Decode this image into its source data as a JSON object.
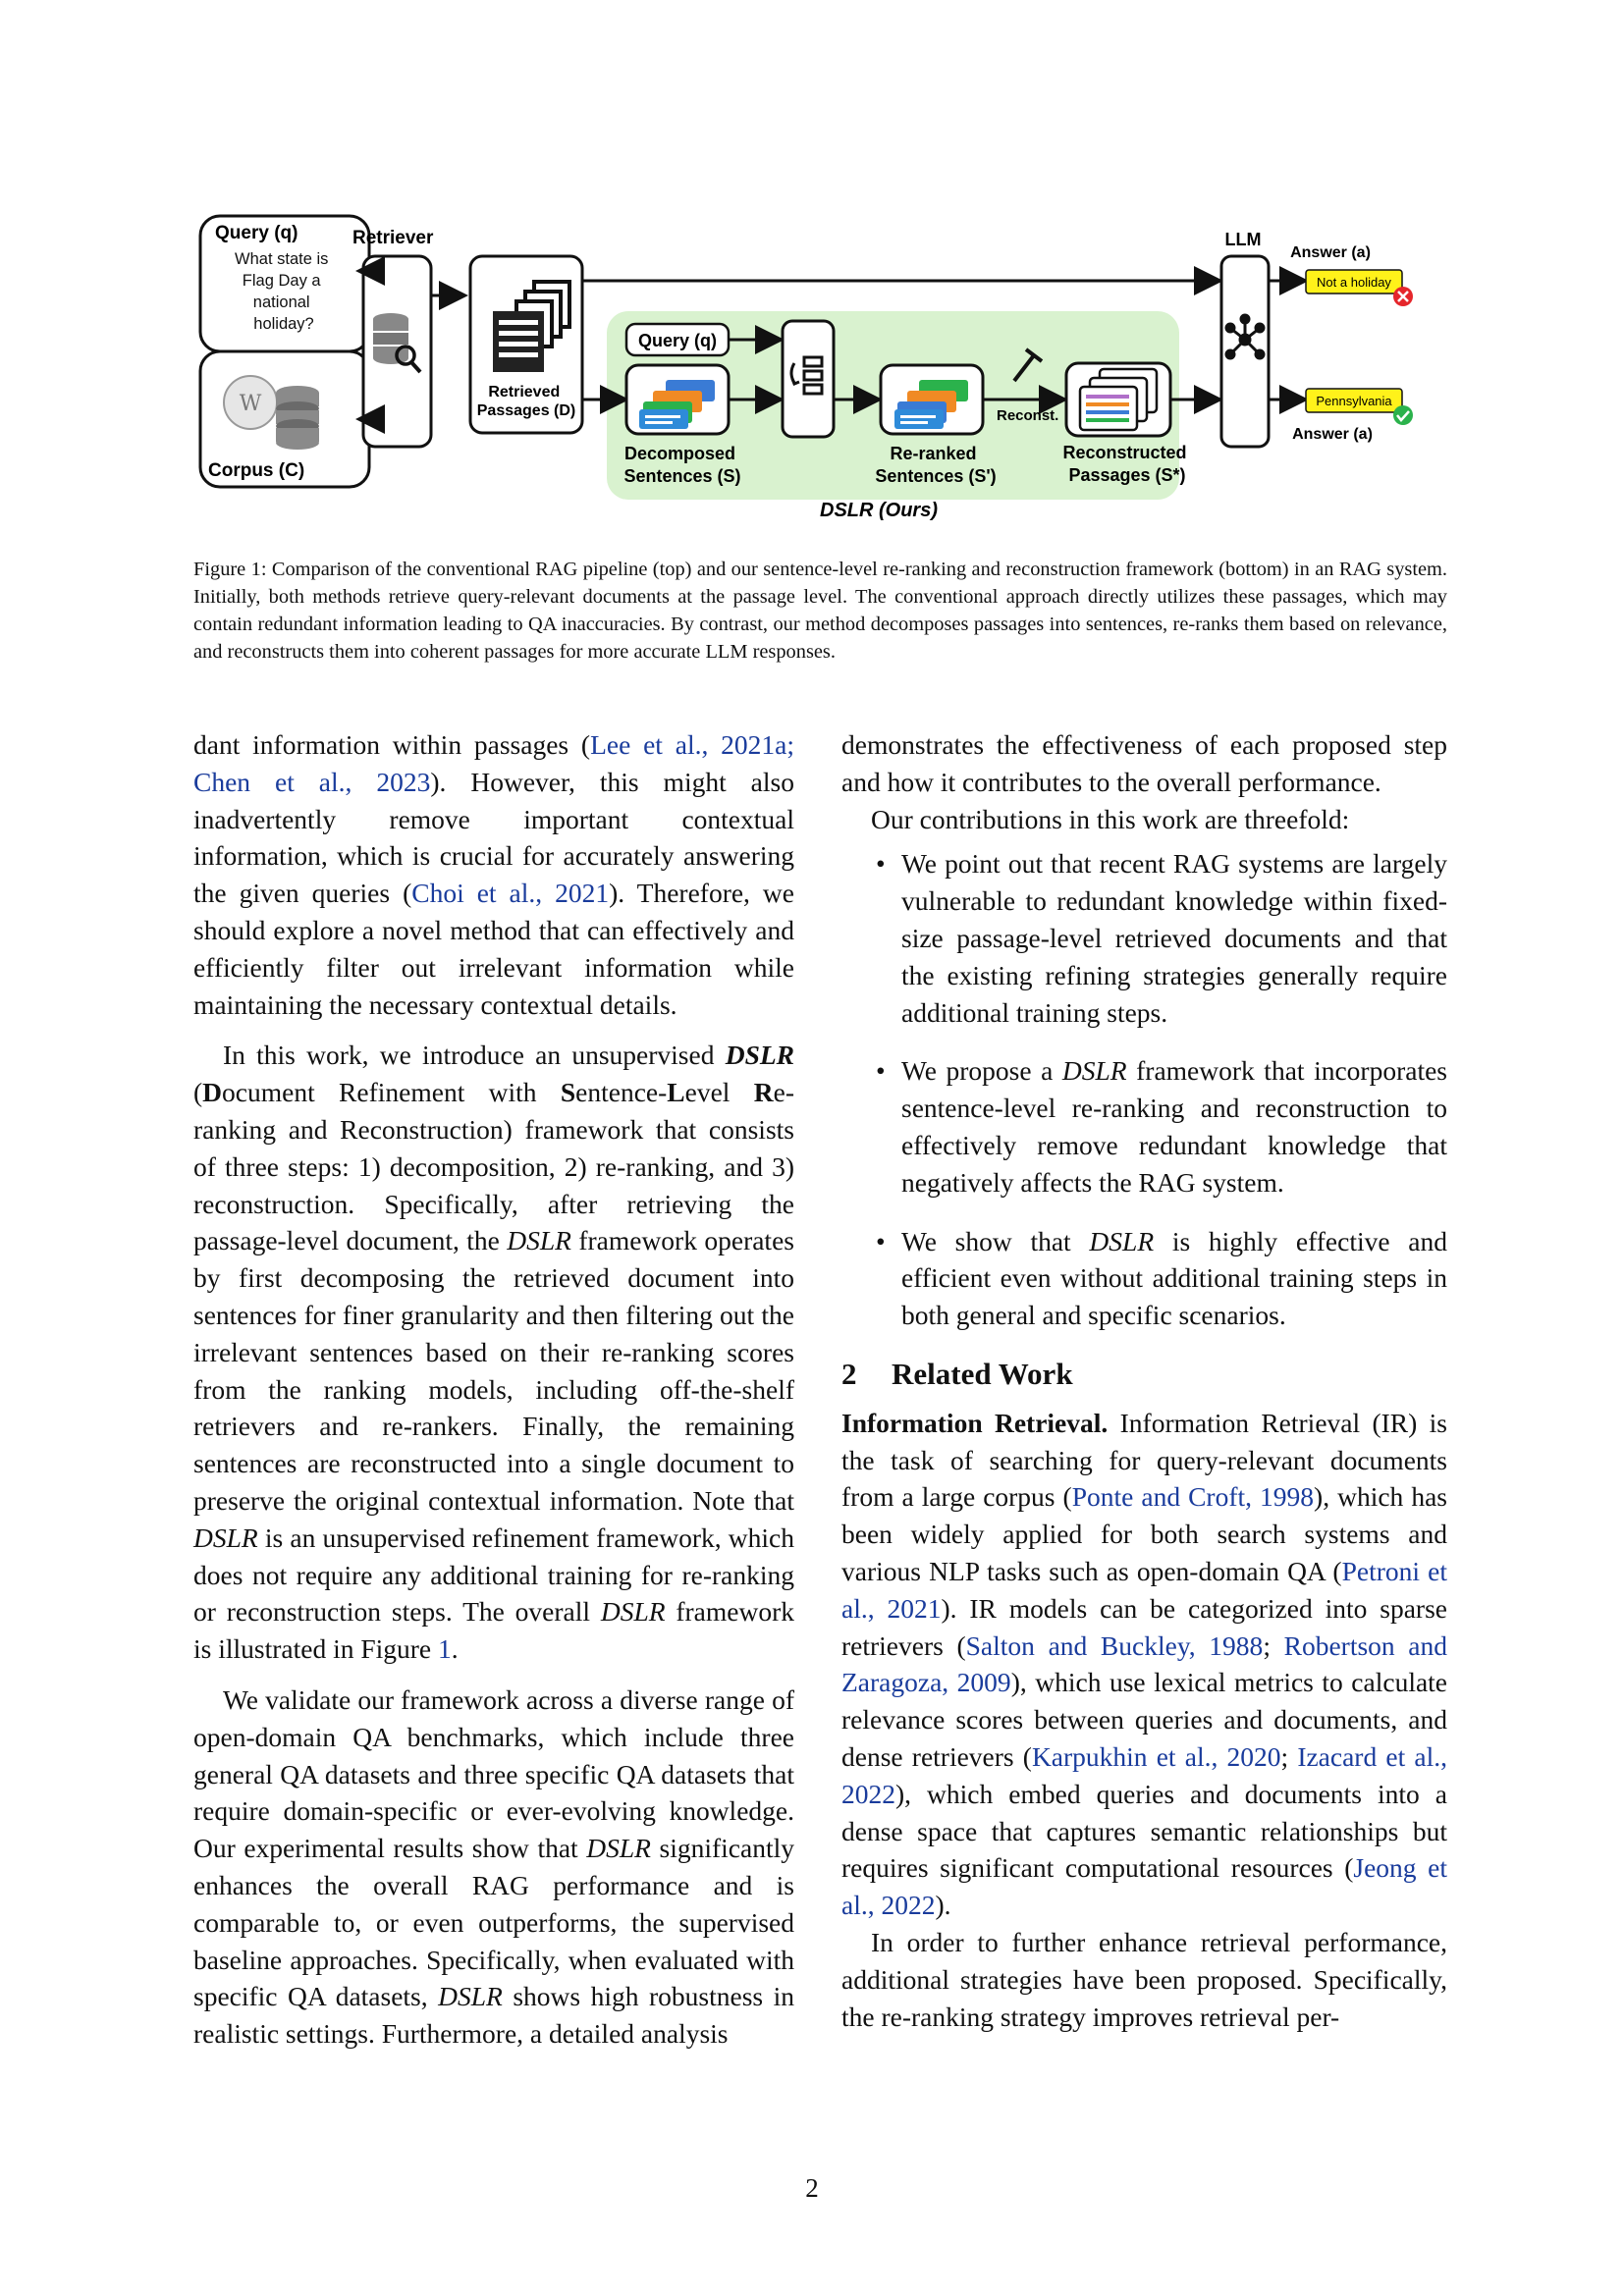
{
  "figure": {
    "query_label": "Query (q)",
    "query_text": [
      "What state is",
      "Flag Day a",
      "national",
      "holiday?"
    ],
    "corpus_label": "Corpus (C)",
    "retriever_label": "Retriever",
    "retrieved_label": [
      "Retrieved",
      "Passages (D)"
    ],
    "inner_query_label": "Query (q)",
    "decomposed_label": [
      "Decomposed",
      "Sentences (S)"
    ],
    "reranked_label": [
      "Re-ranked",
      "Sentences (S')"
    ],
    "reconst_label": "Reconst.",
    "reconstructed_label": [
      "Reconstructed",
      "Passages (S*)"
    ],
    "dslr_label": "DSLR (Ours)",
    "llm_label": "LLM",
    "answer_top_label": "Answer (a)",
    "answer_top_value": "Not a holiday",
    "answer_bottom_value": "Pennsylvania",
    "answer_bottom_label": "Answer (a)",
    "colors": {
      "green_region": "#d9f2cf",
      "answer_box": "#fff21a",
      "wrong": "#e5262b",
      "right": "#2bb24c"
    }
  },
  "caption": "Figure 1: Comparison of the conventional RAG pipeline (top) and our sentence-level re-ranking and reconstruction framework (bottom) in an RAG system. Initially, both methods retrieve query-relevant documents at the passage level. The conventional approach directly utilizes these passages, which may contain redundant information leading to QA inaccuracies. By contrast, our method decomposes passages into sentences, re-ranks them based on relevance, and reconstructs them into coherent passages for more accurate LLM responses.",
  "left": {
    "p1": [
      "dant information within passages (",
      "Lee et al., 2021a; Chen et al., 2023",
      "). However, this might also inadvertently remove important contextual information, which is crucial for accurately answering the given queries (",
      "Choi et al., 2021",
      "). Therefore, we should explore a novel method that can effectively and efficiently filter out irrelevant information while maintaining the necessary contextual details."
    ],
    "p2": [
      "In this work, we introduce an unsupervised ",
      "DSLR",
      " (",
      "D",
      "ocument Refinement with ",
      "S",
      "entence-",
      "L",
      "evel ",
      "R",
      "e-ranking and Reconstruction) framework that consists of three steps: 1) decomposition, 2) re-ranking, and 3) reconstruction. Specifically, after retrieving the passage-level document, the ",
      "DSLR",
      " framework operates by first decomposing the retrieved document into sentences for finer granularity and then filtering out the irrelevant sentences based on their re-ranking scores from the ranking models, including off-the-shelf retrievers and re-rankers. Finally, the remaining sentences are reconstructed into a single document to preserve the original contextual information. Note that ",
      "DSLR",
      " is an unsupervised refinement framework, which does not require any additional training for re-ranking or reconstruction steps. The overall ",
      "DSLR",
      " framework is illustrated in Figure ",
      "1",
      "."
    ],
    "p3": [
      "We validate our framework across a diverse range of open-domain QA benchmarks, which include three general QA datasets and three specific QA datasets that require domain-specific or ever-evolving knowledge. Our experimental results show that ",
      "DSLR",
      " significantly enhances the overall RAG performance and is comparable to, or even outperforms, the supervised baseline approaches. Specifically, when evaluated with specific QA datasets, ",
      "DSLR",
      " shows high robustness in realistic settings. Furthermore, a detailed analysis"
    ]
  },
  "right": {
    "p1": "demonstrates the effectiveness of each proposed step and how it contributes to the overall performance.",
    "p2": "Our contributions in this work are threefold:",
    "bullets": [
      [
        "We point out that recent RAG systems are largely vulnerable to redundant knowledge within fixed-size passage-level retrieved documents and that the existing refining strategies generally require additional training steps."
      ],
      [
        "We propose a ",
        "DSLR",
        " framework that incorporates sentence-level re-ranking and reconstruction to effectively remove redundant knowledge that negatively affects the RAG system."
      ],
      [
        "We show that ",
        "DSLR",
        " is highly effective and efficient even without additional training steps in both general and specific scenarios."
      ]
    ],
    "section_num": "2",
    "section_title": "Related Work",
    "p3": [
      "Information Retrieval.",
      " Information Retrieval (IR) is the task of searching for query-relevant documents from a large corpus (",
      "Ponte and Croft, 1998",
      "), which has been widely applied for both search systems and various NLP tasks such as open-domain QA (",
      "Petroni et al., 2021",
      "). IR models can be categorized into sparse retrievers (",
      "Salton and Buckley, 1988",
      "; ",
      "Robertson and Zaragoza, 2009",
      "), which use lexical metrics to calculate relevance scores between queries and documents, and dense retrievers (",
      "Karpukhin et al., 2020",
      "; ",
      "Izacard et al., 2022",
      "), which embed queries and documents into a dense space that captures semantic relationships but requires significant computational resources (",
      "Jeong et al., 2022",
      ")."
    ],
    "p4": "In order to further enhance retrieval performance, additional strategies have been proposed. Specifically, the re-ranking strategy improves retrieval per-"
  },
  "page_number": "2"
}
